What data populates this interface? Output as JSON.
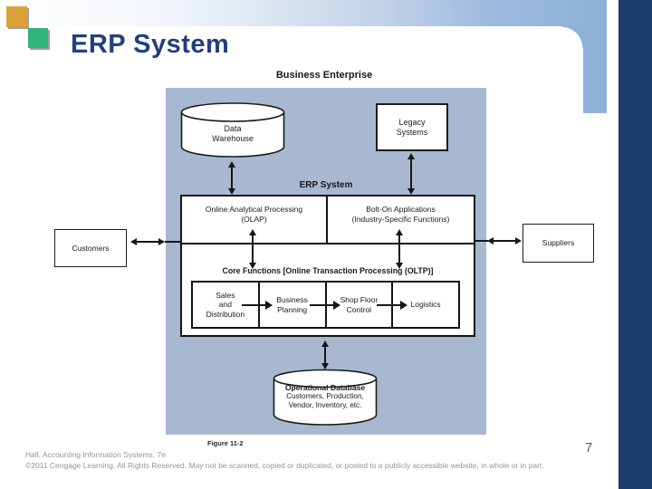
{
  "slide": {
    "title": "ERP System",
    "page_number": "7",
    "figure_caption": "Figure 11-2",
    "footer_line1": "Hall, Accounting Information Systems, 7e",
    "footer_line2": "©2011 Cengage Learning. All Rights Reserved. May not be scanned, copied or duplicated, or posted to a publicly accessible website, in whole or in part."
  },
  "diagram": {
    "enterprise_label": "Business Enterprise",
    "erp_label": "ERP System",
    "data_warehouse": {
      "lines": [
        "Data",
        "Warehouse"
      ]
    },
    "legacy_systems": {
      "lines": [
        "Legacy",
        "Systems"
      ]
    },
    "olap": {
      "lines": [
        "Online Analytical Processing",
        "(OLAP)"
      ]
    },
    "bolt_on": {
      "lines": [
        "Bolt-On Applications",
        "(Industry-Specific Functions)"
      ]
    },
    "core_label": "Core Functions [Online Transaction Processing (OLTP)]",
    "modules": [
      {
        "lines": [
          "Sales",
          "and",
          "Distribution"
        ]
      },
      {
        "lines": [
          "Business",
          "Planning"
        ]
      },
      {
        "lines": [
          "Shop Floor",
          "Control"
        ]
      },
      {
        "lines": [
          "Logistics"
        ]
      }
    ],
    "operational_db": {
      "title": "Operational Database",
      "lines": [
        "Customers, Production,",
        "Vendor, Inventory, etc."
      ]
    },
    "customers_label": "Customers",
    "suppliers_label": "Suppliers"
  },
  "colors": {
    "navy_bar": "#1e3d6d",
    "band_blue": "#8fb0d8",
    "panel_blue_gray": "#a8b8d1",
    "accent_orange": "#d9a03a",
    "accent_green": "#2fb47e",
    "title_navy": "#21407f",
    "footer_gray": "#949494",
    "diagram_ink": "#161616"
  }
}
